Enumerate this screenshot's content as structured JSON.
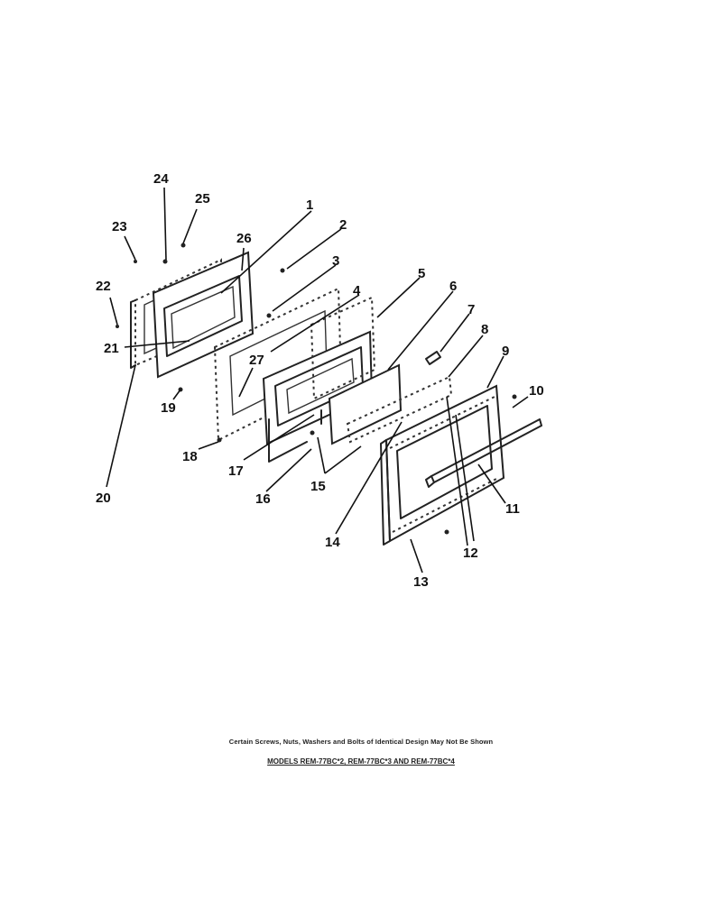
{
  "diagram": {
    "callouts": [
      "1",
      "2",
      "3",
      "4",
      "5",
      "6",
      "7",
      "8",
      "9",
      "10",
      "11",
      "12",
      "13",
      "14",
      "15",
      "16",
      "17",
      "18",
      "19",
      "20",
      "21",
      "22",
      "23",
      "24",
      "25",
      "26",
      "27"
    ],
    "footnote": "Certain Screws, Nuts, Washers and Bolts of Identical Design May Not Be Shown",
    "models": "MODELS REM-77BC*2, REM-77BC*3 AND REM-77BC*4"
  }
}
